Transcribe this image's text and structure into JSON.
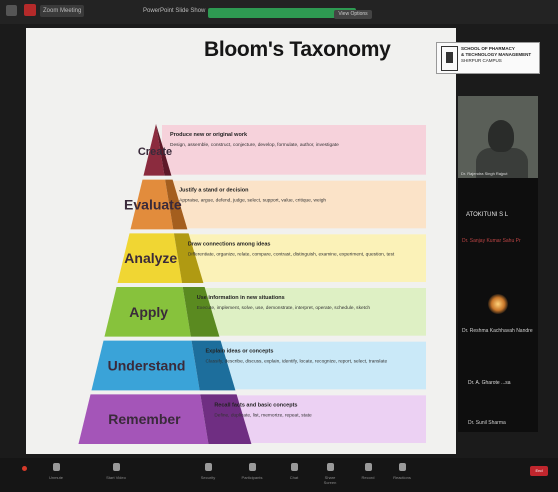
{
  "toolbar": {
    "window_label": "Zoom Meeting",
    "share_label": "PowerPoint Slide Show",
    "green_items": [
      "",
      "",
      "",
      ""
    ],
    "grey_pill": "View Options"
  },
  "slide": {
    "title": "Bloom's Taxonomy",
    "logo": {
      "line1": "SCHOOL OF PHARMACY",
      "line2": "& TECHNOLOGY MANAGEMENT",
      "line3": "SHIRPUR CAMPUS"
    },
    "levels": [
      {
        "name": "Create",
        "heading": "Produce new or original work",
        "desc": "Design, assemble, construct, conjecture, develop, formulate, author, investigate",
        "front": "#8b2b3e",
        "side": "#5e1828",
        "band": "#f6d2db"
      },
      {
        "name": "Evaluate",
        "heading": "Justify a stand or decision",
        "desc": "Appraise, argue, defend, judge, select, support, value, critique, weigh",
        "front": "#e28c3c",
        "side": "#a45e1e",
        "band": "#fbe3c8"
      },
      {
        "name": "Analyze",
        "heading": "Draw connections among ideas",
        "desc": "Differentiate, organize, relate, compare, contrast, distinguish, examine, experiment, question, test",
        "front": "#f0d633",
        "side": "#b09a12",
        "band": "#fbf2b8"
      },
      {
        "name": "Apply",
        "heading": "Use information in new situations",
        "desc": "Execute, implement, solve, use, demonstrate, interpret, operate, schedule, sketch",
        "front": "#87c23c",
        "side": "#5a8a20",
        "band": "#def0c4"
      },
      {
        "name": "Understand",
        "heading": "Explain ideas or concepts",
        "desc": "Classify, describe, discuss, explain, identify, locate, recognize, report, select, translate",
        "front": "#3aa3d8",
        "side": "#1d6e9c",
        "band": "#cae9f8"
      },
      {
        "name": "Remember",
        "heading": "Recall facts and basic concepts",
        "desc": "Define, duplicate, list, memorize, repeat, state",
        "front": "#a455b8",
        "side": "#6f2e82",
        "band": "#ecd1f3"
      }
    ]
  },
  "participants": {
    "video_name": "Dr. Rajendra Singh Rajput",
    "items": [
      "ATOKITUNI S L",
      "Dr. Sanjay Kumar Sahu Pr",
      "Dr. Reshma Kachhavah Nandre",
      "Dr. A. Gharote ...sa",
      "Dr. Sunil Sharma"
    ]
  },
  "bottombar": {
    "items": [
      "Unmute",
      "Start Video",
      "Security",
      "Participants",
      "Chat",
      "Share Screen",
      "Record",
      "Reactions"
    ],
    "end_label": "End"
  }
}
